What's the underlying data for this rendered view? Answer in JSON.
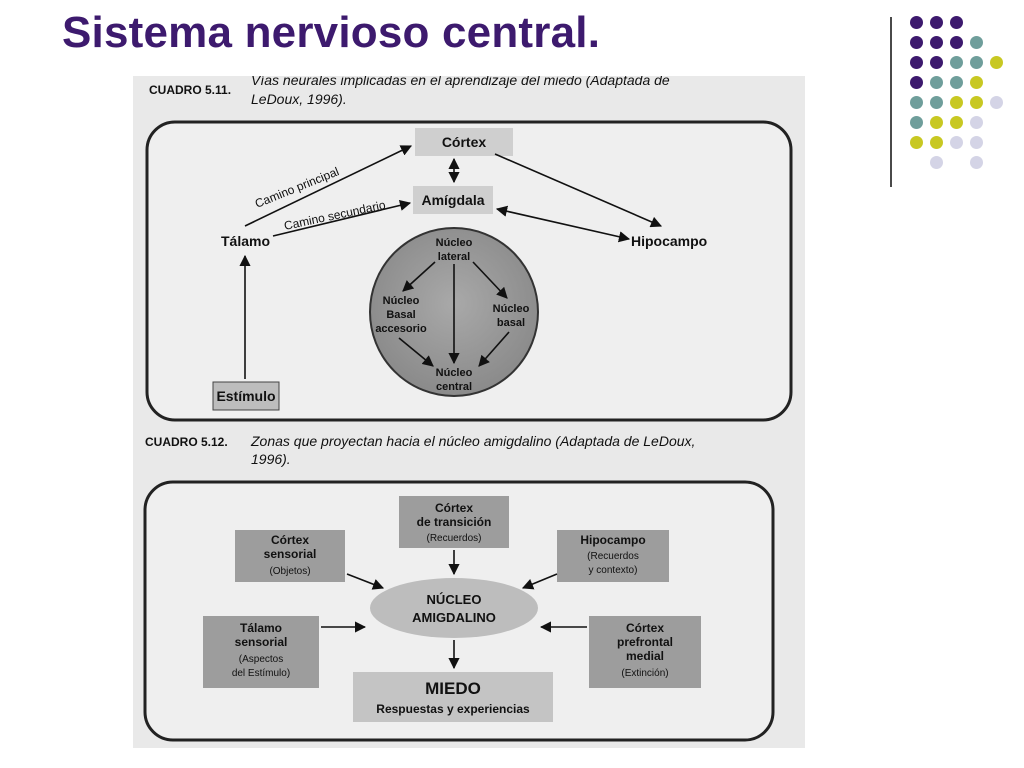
{
  "slide": {
    "title": "Sistema nervioso central.",
    "colors": {
      "title": "#3d1a6e",
      "dot_purple": "#3d1a6e",
      "dot_teal": "#6f9e9b",
      "dot_lime": "#c8c822",
      "dot_lavender": "#d4d4e6"
    }
  },
  "figure_5_11": {
    "label": "CUADRO 5.11.",
    "caption_line1": "Vías neurales implicadas en el aprendizaje del miedo (Adaptada de",
    "caption_line2": "LeDoux, 1996).",
    "nodes": {
      "cortex": "Córtex",
      "amigdala": "Amígdala",
      "talamo": "Tálamo",
      "hipocampo": "Hipocampo",
      "estimulo": "Estímulo",
      "nucleo_lateral_1": "Núcleo",
      "nucleo_lateral_2": "lateral",
      "nucleo_basal_acc_1": "Núcleo",
      "nucleo_basal_acc_2": "Basal",
      "nucleo_basal_acc_3": "accesorio",
      "nucleo_basal_1": "Núcleo",
      "nucleo_basal_2": "basal",
      "nucleo_central_1": "Núcleo",
      "nucleo_central_2": "central"
    },
    "edges": {
      "camino_principal": "Camino principal",
      "camino_secundario": "Camino secundario"
    }
  },
  "figure_5_12": {
    "label": "CUADRO 5.12.",
    "caption_line1": "Zonas que proyectan hacia el núcleo amigdalino (Adaptada de LeDoux,",
    "caption_line2": "1996).",
    "nodes": {
      "cortex_transicion_1": "Córtex",
      "cortex_transicion_2": "de transición",
      "cortex_transicion_3": "(Recuerdos)",
      "cortex_sensorial_1": "Córtex",
      "cortex_sensorial_2": "sensorial",
      "cortex_sensorial_3": "(Objetos)",
      "hipocampo_1": "Hipocampo",
      "hipocampo_2": "(Recuerdos",
      "hipocampo_3": "y contexto)",
      "talamo_sensorial_1": "Tálamo",
      "talamo_sensorial_2": "sensorial",
      "talamo_sensorial_3": "(Aspectos",
      "talamo_sensorial_4": "del Estímulo)",
      "cortex_prefrontal_1": "Córtex",
      "cortex_prefrontal_2": "prefrontal",
      "cortex_prefrontal_3": "medial",
      "cortex_prefrontal_4": "(Extinción)",
      "nucleo_amigdalino_1": "NÚCLEO",
      "nucleo_amigdalino_2": "AMIGDALINO",
      "miedo_1": "MIEDO",
      "miedo_2": "Respuestas y experiencias"
    }
  }
}
